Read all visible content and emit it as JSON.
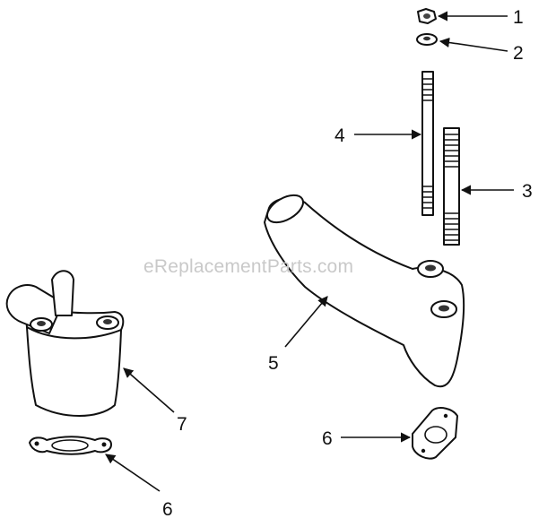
{
  "watermark": "eReplacementParts.com",
  "callouts": [
    {
      "id": "1",
      "text": "1"
    },
    {
      "id": "2",
      "text": "2"
    },
    {
      "id": "3",
      "text": "3"
    },
    {
      "id": "4",
      "text": "4"
    },
    {
      "id": "5",
      "text": "5"
    },
    {
      "id": "6a",
      "text": "6"
    },
    {
      "id": "6b",
      "text": "6"
    },
    {
      "id": "7",
      "text": "7"
    }
  ],
  "colors": {
    "ink": "#111111",
    "watermark": "#c9c9c9",
    "background": "#ffffff"
  }
}
